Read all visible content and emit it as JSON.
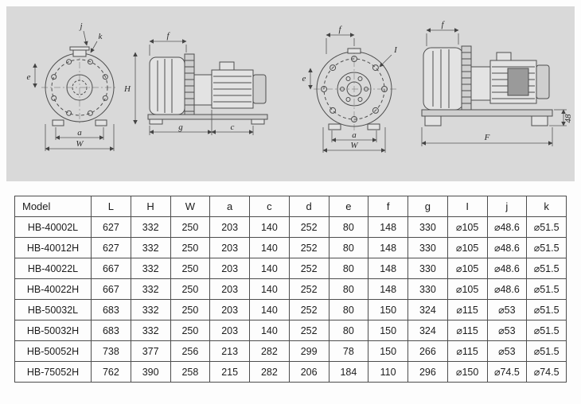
{
  "drawings": {
    "view1": {
      "top": "j",
      "diag": "k",
      "left": "e",
      "a": "a",
      "w": "W"
    },
    "view2": {
      "top": "f",
      "left": "H",
      "g": "g",
      "c": "c"
    },
    "view3": {
      "top": "f",
      "diag": "I",
      "left": "e",
      "a": "a",
      "w": "W"
    },
    "view4": {
      "top": "f",
      "F": "F",
      "base_height": "48"
    }
  },
  "table": {
    "headers": [
      "Model",
      "L",
      "H",
      "W",
      "a",
      "c",
      "d",
      "e",
      "f",
      "g",
      "I",
      "j",
      "k"
    ],
    "rows": [
      [
        "HB-40002L",
        "627",
        "332",
        "250",
        "203",
        "140",
        "252",
        "80",
        "148",
        "330",
        "⌀105",
        "⌀48.6",
        "⌀51.5"
      ],
      [
        "HB-40012H",
        "627",
        "332",
        "250",
        "203",
        "140",
        "252",
        "80",
        "148",
        "330",
        "⌀105",
        "⌀48.6",
        "⌀51.5"
      ],
      [
        "HB-40022L",
        "667",
        "332",
        "250",
        "203",
        "140",
        "252",
        "80",
        "148",
        "330",
        "⌀105",
        "⌀48.6",
        "⌀51.5"
      ],
      [
        "HB-40022H",
        "667",
        "332",
        "250",
        "203",
        "140",
        "252",
        "80",
        "148",
        "330",
        "⌀105",
        "⌀48.6",
        "⌀51.5"
      ],
      [
        "HB-50032L",
        "683",
        "332",
        "250",
        "203",
        "140",
        "252",
        "80",
        "150",
        "324",
        "⌀115",
        "⌀53",
        "⌀51.5"
      ],
      [
        "HB-50032H",
        "683",
        "332",
        "250",
        "203",
        "140",
        "252",
        "80",
        "150",
        "324",
        "⌀115",
        "⌀53",
        "⌀51.5"
      ],
      [
        "HB-50052H",
        "738",
        "377",
        "256",
        "213",
        "282",
        "299",
        "78",
        "150",
        "266",
        "⌀115",
        "⌀53",
        "⌀51.5"
      ],
      [
        "HB-75052H",
        "762",
        "390",
        "258",
        "215",
        "282",
        "206",
        "184",
        "110",
        "296",
        "⌀150",
        "⌀74.5",
        "⌀74.5"
      ]
    ]
  }
}
